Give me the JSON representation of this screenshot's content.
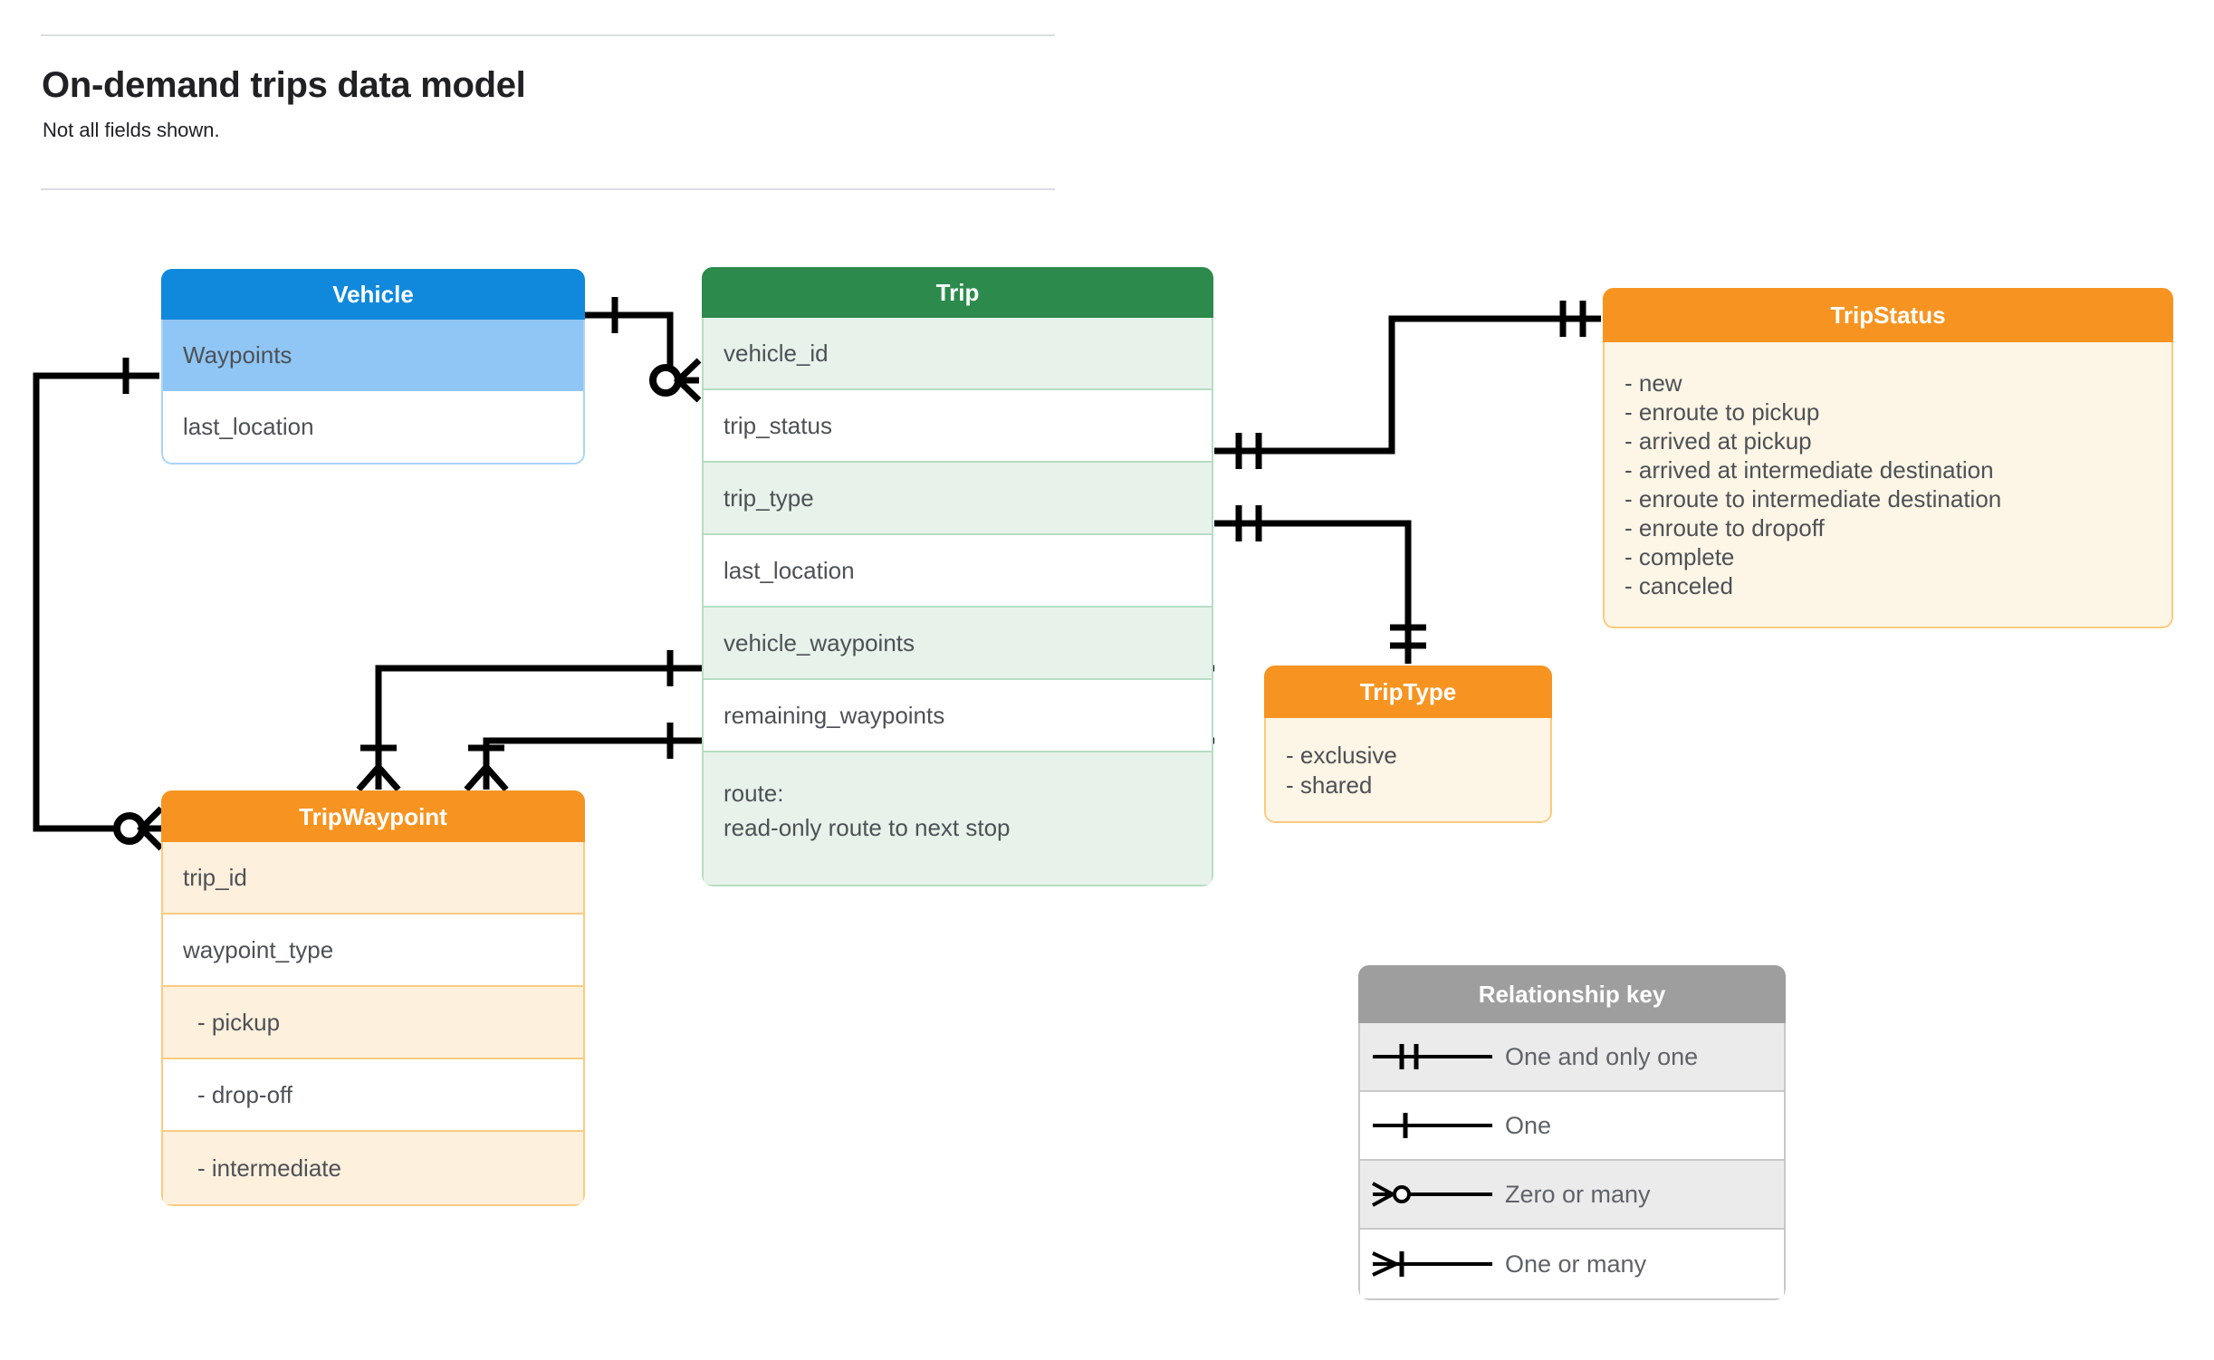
{
  "header": {
    "title": "On-demand trips data model",
    "subtitle": "Not all fields shown."
  },
  "entities": {
    "vehicle": {
      "name": "Vehicle",
      "header_color": "#1089dc",
      "rows": [
        {
          "label": "Waypoints"
        },
        {
          "label": "last_location"
        }
      ]
    },
    "trip": {
      "name": "Trip",
      "header_color": "#2c8a4c",
      "rows": [
        {
          "label": "vehicle_id"
        },
        {
          "label": "trip_status"
        },
        {
          "label": "trip_type"
        },
        {
          "label": "last_location"
        },
        {
          "label": "vehicle_waypoints"
        },
        {
          "label": "remaining_waypoints"
        }
      ],
      "route_line1": "route:",
      "route_line2": "read-only route to next stop"
    },
    "trip_status": {
      "name": "TripStatus",
      "header_color": "#f79421",
      "values": [
        "- new",
        "- enroute to pickup",
        "- arrived at pickup",
        "- arrived at intermediate destination",
        "- enroute to intermediate destination",
        "- enroute to dropoff",
        "- complete",
        "- canceled"
      ]
    },
    "trip_type": {
      "name": "TripType",
      "header_color": "#f79421",
      "values": [
        "- exclusive",
        "- shared"
      ]
    },
    "trip_waypoint": {
      "name": "TripWaypoint",
      "header_color": "#f79421",
      "rows": [
        {
          "label": "trip_id"
        },
        {
          "label": "waypoint_type"
        },
        {
          "label": "-  pickup"
        },
        {
          "label": "-  drop-off"
        },
        {
          "label": "-  intermediate"
        }
      ]
    }
  },
  "legend": {
    "title": "Relationship key",
    "items": [
      {
        "symbol": "one-and-only-one",
        "label": "One and only one"
      },
      {
        "symbol": "one",
        "label": "One"
      },
      {
        "symbol": "zero-or-many",
        "label": "Zero or many"
      },
      {
        "symbol": "one-or-many",
        "label": "One or many"
      }
    ]
  },
  "relationships": [
    {
      "from": "Vehicle",
      "from_cardinality": "one",
      "to": "Trip.vehicle_id",
      "to_cardinality": "zero-or-many"
    },
    {
      "from": "Vehicle.Waypoints",
      "from_cardinality": "one",
      "to": "TripWaypoint",
      "to_cardinality": "zero-or-many"
    },
    {
      "from": "Trip.trip_status",
      "from_cardinality": "one-and-only-one",
      "to": "TripStatus",
      "to_cardinality": "one-and-only-one"
    },
    {
      "from": "Trip.trip_type",
      "from_cardinality": "one-and-only-one",
      "to": "TripType",
      "to_cardinality": "one-and-only-one"
    },
    {
      "from": "Trip.vehicle_waypoints",
      "from_cardinality": "one",
      "to": "TripWaypoint",
      "to_cardinality": "one-or-many"
    },
    {
      "from": "Trip.remaining_waypoints",
      "from_cardinality": "one",
      "to": "TripWaypoint",
      "to_cardinality": "one-or-many"
    }
  ]
}
